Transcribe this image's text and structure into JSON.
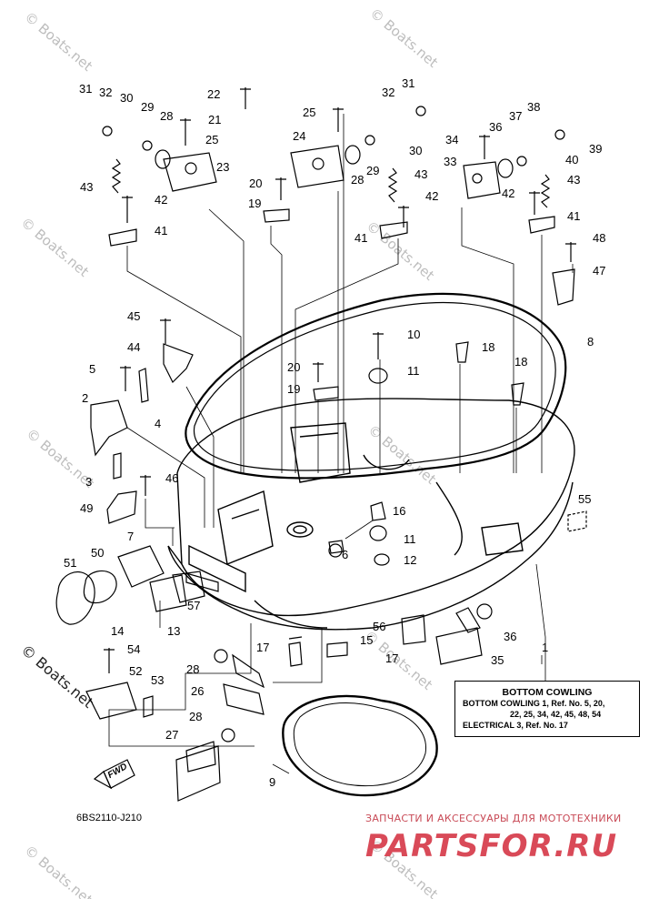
{
  "watermark": "© Boats.net",
  "diagram_code": "6BS2110-J210",
  "fwd_label": "FWD",
  "info_box": {
    "title": "BOTTOM COWLING",
    "line1": "BOTTOM COWLING 1,  Ref. No. 5, 20,",
    "line2": "22, 25, 34, 42, 45, 48, 54",
    "line3": "ELECTRICAL 3,  Ref. No. 17"
  },
  "brand": {
    "tagline": "ЗАПЧАСТИ И АКСЕССУАРЫ ДЛЯ МОТОТЕХНИКИ",
    "name": "PARTSFOR.RU"
  },
  "part_numbers": [
    "31",
    "32",
    "30",
    "29",
    "28",
    "25",
    "22",
    "21",
    "23",
    "43",
    "42",
    "41",
    "20",
    "19",
    "24",
    "25",
    "32",
    "31",
    "30",
    "29",
    "28",
    "43",
    "42",
    "41",
    "34",
    "36",
    "37",
    "38",
    "39",
    "40",
    "33",
    "42",
    "43",
    "41",
    "48",
    "47",
    "8",
    "10",
    "11",
    "18",
    "18",
    "45",
    "44",
    "5",
    "20",
    "19",
    "4",
    "2",
    "3",
    "46",
    "49",
    "16",
    "11",
    "12",
    "6",
    "55",
    "7",
    "50",
    "51",
    "14",
    "13",
    "57",
    "56",
    "36",
    "35",
    "1",
    "54",
    "52",
    "53",
    "17",
    "15",
    "17",
    "28",
    "26",
    "28",
    "27",
    "9"
  ]
}
